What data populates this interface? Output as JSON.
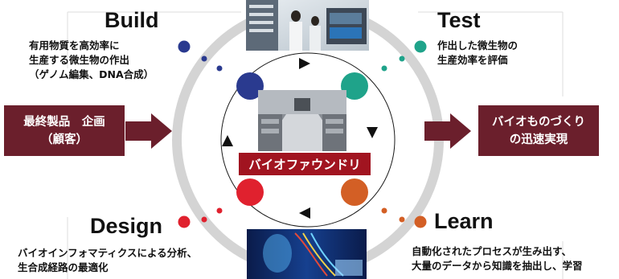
{
  "colors": {
    "build": "#2a3a8f",
    "test": "#1fa38a",
    "learn": "#d35f25",
    "design": "#e0212e",
    "dark_box": "#6b1f2c",
    "banner": "#a11420",
    "ring": "#d4d4d4"
  },
  "steps": {
    "build": {
      "title": "Build",
      "lines": [
        "有用物質を高効率に",
        "生産する微生物の作出",
        "（ゲノム編集、DNA合成）"
      ]
    },
    "test": {
      "title": "Test",
      "lines": [
        "作出した微生物の",
        "生産効率を評価"
      ]
    },
    "design": {
      "title": "Design",
      "lines": [
        "バイオインフォマティクスによる分析、",
        "生合成経路の最適化"
      ]
    },
    "learn": {
      "title": "Learn",
      "lines": [
        "自動化されたプロセスが生み出す、",
        "大量のデータから知識を抽出し、学習"
      ]
    }
  },
  "input_box": {
    "lines": [
      "最終製品　企画",
      "（顧客）"
    ]
  },
  "output_box": {
    "lines": [
      "バイオものづくり",
      "の迅速実現"
    ]
  },
  "center_banner": "バイオファウンドリ",
  "icons": {
    "top_photo": "laboratory-photo",
    "center_photo": "automated-lab-photo",
    "bottom_photo": "dna-data-visual",
    "arrow": "arrow-right-icon",
    "cycle_arrow": "triangle-arrow-icon"
  }
}
